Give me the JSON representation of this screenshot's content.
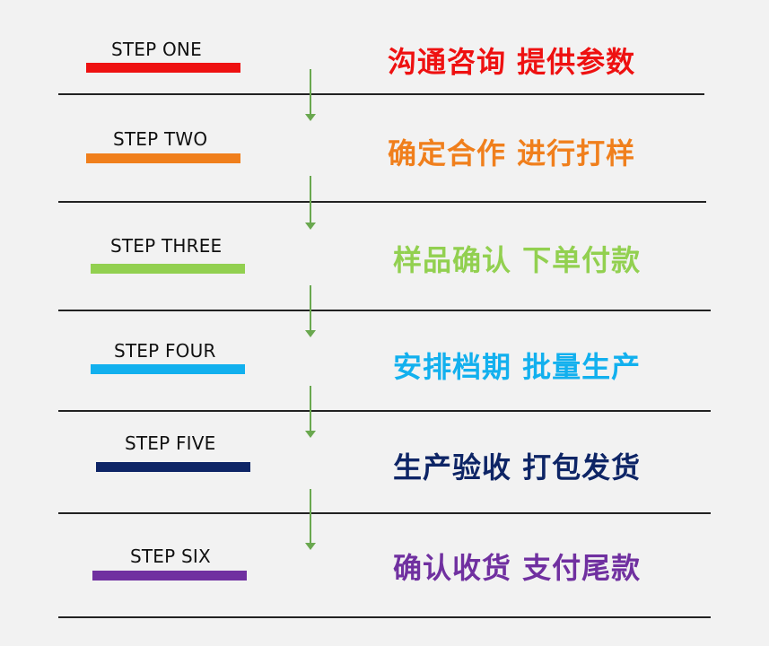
{
  "steps": [
    {
      "label": "STEP ONE",
      "text": "沟通咨询  提供参数",
      "color": "#ee1111"
    },
    {
      "label": "STEP TWO",
      "text": "确定合作  进行打样",
      "color": "#f07f1c"
    },
    {
      "label": "STEP THREE",
      "text": "样品确认 下单付款",
      "color": "#92d050"
    },
    {
      "label": "STEP FOUR",
      "text": "安排档期 批量生产",
      "color": "#12b0ee"
    },
    {
      "label": "STEP FIVE",
      "text": "生产验收 打包发货",
      "color": "#0e2566"
    },
    {
      "label": "STEP SIX",
      "text": "确认收货 支付尾款",
      "color": "#7030a0"
    }
  ]
}
